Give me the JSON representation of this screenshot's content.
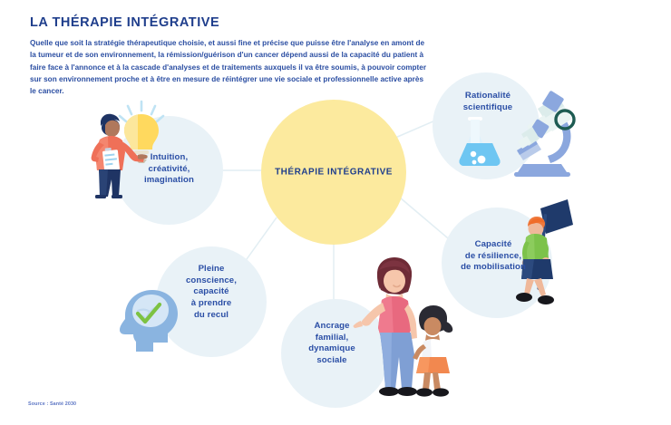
{
  "header": {
    "title": "LA THÉRAPIE INTÉGRATIVE",
    "intro": "Quelle que soit la stratégie thérapeutique choisie, et aussi fine et précise que puisse être l'analyse en amont de la tumeur et de son environnement, la rémission/guérison d'un cancer dépend aussi de la capacité du patient à faire face à l'annonce et à la cascade d'analyses et de traitements auxquels il va être soumis, à pouvoir compter sur son environnement proche et à être en mesure de réintégrer une vie sociale et professionnelle active après le cancer."
  },
  "diagram": {
    "hub": {
      "label": "THÉRAPIE\nINTÉGRATIVE"
    },
    "nodes": [
      {
        "id": "intuition",
        "label": "Intuition,\ncréativité,\nimagination",
        "icon": "lightbulb-person-icon"
      },
      {
        "id": "rational",
        "label": "Rationalité\nscientifique",
        "icon": "microscope-flask-icon"
      },
      {
        "id": "resilience",
        "label": "Capacité\nde résilience,\nde mobilisation",
        "icon": "protester-placard-icon"
      },
      {
        "id": "pleine",
        "label": "Pleine\nconscience,\ncapacité\nà prendre\ndu recul",
        "icon": "head-brain-check-icon"
      },
      {
        "id": "ancrage",
        "label": "Ancrage\nfamilial,\ndynamique\nsociale",
        "icon": "mother-child-icon"
      }
    ]
  },
  "footer": {
    "source": "Source : Santé 2030"
  },
  "colors": {
    "brand_navy": "#1f3e8c",
    "text_blue": "#2a4ea5",
    "hub_yellow": "#fcea9e",
    "node_fill": "#e9f2f7",
    "connector": "#e2eef3",
    "accent_coral": "#ef7058",
    "accent_green": "#7dc242",
    "accent_sky": "#6ec6f2"
  }
}
